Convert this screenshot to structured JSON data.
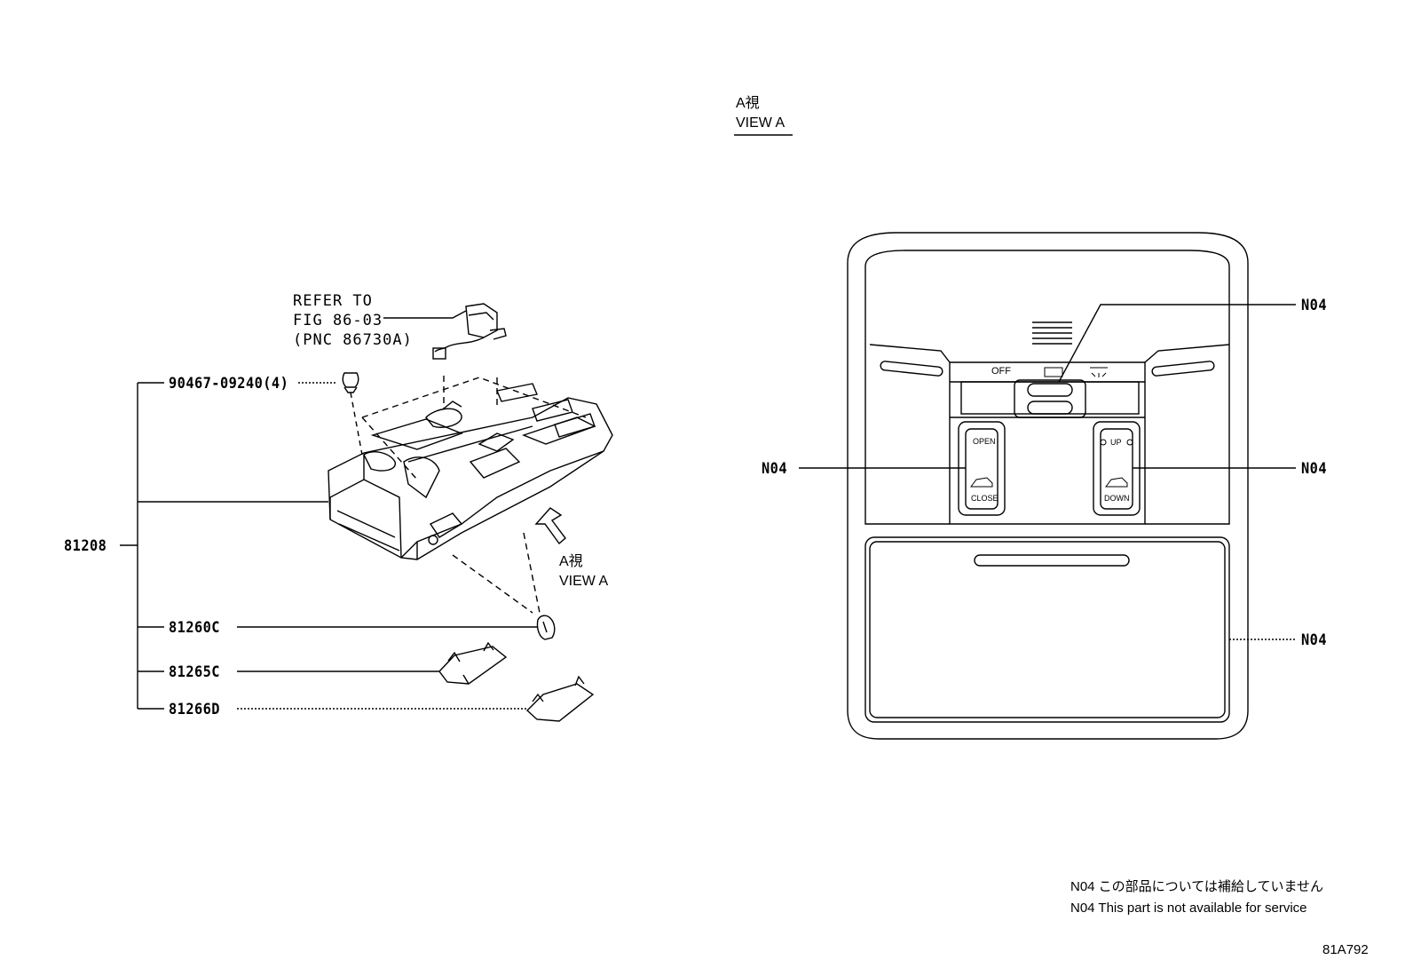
{
  "left_view": {
    "refer_to": [
      "REFER TO",
      "FIG 86-03",
      "(PNC 86730A)"
    ],
    "view_a_jp": "A視",
    "view_a_en": "VIEW A",
    "parts": {
      "clip": "90467-09240(4)",
      "assembly": "81208",
      "bulb": "81260C",
      "lens_1": "81265C",
      "lens_2": "81266D"
    }
  },
  "right_view": {
    "title_jp": "A視",
    "title_en": "VIEW A",
    "callouts": [
      "N04",
      "N04",
      "N04",
      "N04"
    ],
    "switch": {
      "off": "OFF",
      "open": "OPEN",
      "close": "CLOSE",
      "up": "UP",
      "down": "DOWN"
    }
  },
  "notes": [
    "N04 この部品については補給していません",
    "N04 This part is not available for service"
  ],
  "figure_code": "81A792"
}
